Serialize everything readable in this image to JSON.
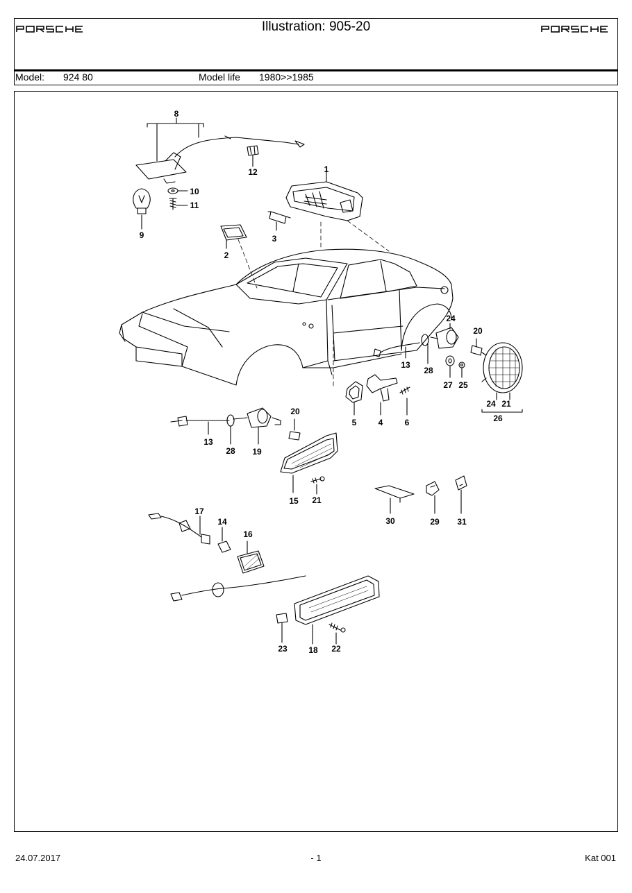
{
  "header": {
    "brand": "PORSCHE",
    "title": "Illustration: 905-20",
    "model_label": "Model:",
    "model_value": "924 80",
    "model_life_label": "Model life",
    "model_life_value": "1980>>1985"
  },
  "diagram": {
    "callouts": [
      {
        "id": "8",
        "label": "8"
      },
      {
        "id": "12",
        "label": "12"
      },
      {
        "id": "1",
        "label": "1"
      },
      {
        "id": "10",
        "label": "10"
      },
      {
        "id": "11",
        "label": "11"
      },
      {
        "id": "9",
        "label": "9"
      },
      {
        "id": "3",
        "label": "3"
      },
      {
        "id": "2",
        "label": "2"
      },
      {
        "id": "24a",
        "label": "24"
      },
      {
        "id": "20a",
        "label": "20"
      },
      {
        "id": "13a",
        "label": "13"
      },
      {
        "id": "28a",
        "label": "28"
      },
      {
        "id": "27",
        "label": "27"
      },
      {
        "id": "25",
        "label": "25"
      },
      {
        "id": "24b",
        "label": "24"
      },
      {
        "id": "21a",
        "label": "21"
      },
      {
        "id": "26",
        "label": "26"
      },
      {
        "id": "5",
        "label": "5"
      },
      {
        "id": "4",
        "label": "4"
      },
      {
        "id": "6",
        "label": "6"
      },
      {
        "id": "20b",
        "label": "20"
      },
      {
        "id": "13b",
        "label": "13"
      },
      {
        "id": "28b",
        "label": "28"
      },
      {
        "id": "19",
        "label": "19"
      },
      {
        "id": "15",
        "label": "15"
      },
      {
        "id": "21b",
        "label": "21"
      },
      {
        "id": "30",
        "label": "30"
      },
      {
        "id": "29",
        "label": "29"
      },
      {
        "id": "31",
        "label": "31"
      },
      {
        "id": "17",
        "label": "17"
      },
      {
        "id": "14",
        "label": "14"
      },
      {
        "id": "16",
        "label": "16"
      },
      {
        "id": "23",
        "label": "23"
      },
      {
        "id": "18",
        "label": "18"
      },
      {
        "id": "22",
        "label": "22"
      }
    ]
  },
  "footer": {
    "date": "24.07.2017",
    "page": "- 1",
    "catalog": "Kat 001"
  }
}
